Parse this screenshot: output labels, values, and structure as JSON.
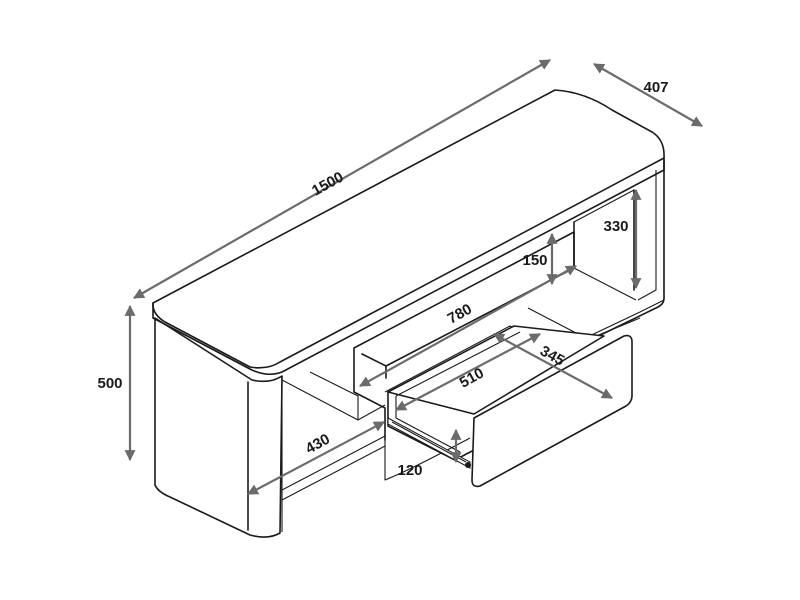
{
  "diagram": {
    "dimensions": {
      "overall_width": "1500",
      "overall_depth": "407",
      "overall_height": "500",
      "compartment_width": "780",
      "shelf_height": "150",
      "side_opening_height": "330",
      "drawer_depth": "345",
      "drawer_width": "510",
      "side_depth": "430",
      "drawer_height": "120"
    },
    "colors": {
      "line": "#1a1a1a",
      "dimension_arrow": "#6b6b6b",
      "background": "#ffffff"
    }
  }
}
